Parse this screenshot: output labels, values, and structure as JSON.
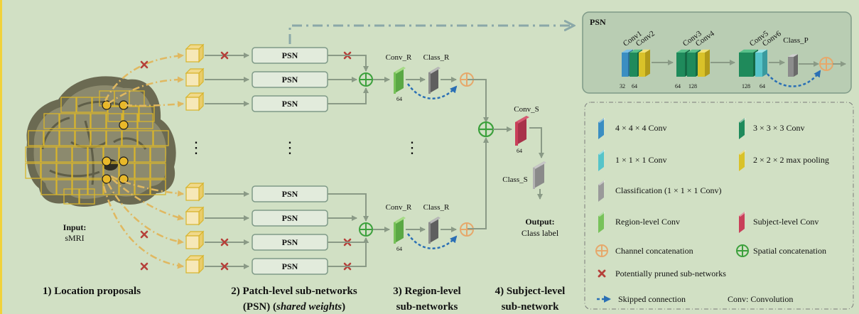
{
  "captions": {
    "location": "1) Location proposals",
    "patch_1": "2) Patch-level sub-networks",
    "patch_2_a": "(PSN) (",
    "patch_2_b": "shared weights",
    "patch_2_c": ")",
    "region_1": "3) Region-level",
    "region_2": "sub-networks",
    "subject_1": "4) Subject-level",
    "subject_2": "sub-network"
  },
  "input": {
    "label": "Input:",
    "sub": "sMRI"
  },
  "psn_label": "PSN",
  "region": {
    "conv": "Conv_R",
    "cls": "Class_R",
    "channels": "64"
  },
  "subject": {
    "conv": "Conv_S",
    "channels": "64",
    "cls": "Class_S"
  },
  "output": {
    "label": "Output:",
    "sub": "Class label"
  },
  "dots": "⋮",
  "psn_panel": {
    "title": "PSN",
    "labels": [
      "Conv1",
      "Conv2",
      "Conv3",
      "Conv4",
      "Conv5",
      "Conv6",
      "Class_P"
    ],
    "channels": [
      "32",
      "64",
      "64",
      "128",
      "128",
      "64"
    ]
  },
  "legend": [
    {
      "label": "4 × 4 × 4 Conv",
      "color": "#3b8ec2"
    },
    {
      "label": "3 × 3 × 3 Conv",
      "color": "#1f8a5b"
    },
    {
      "label": "1 × 1 × 1 Conv",
      "color": "#56c4c9"
    },
    {
      "label": "2 × 2 × 2 max pooling",
      "color": "#d9c229"
    },
    {
      "label": "Classification (1 × 1 × 1 Conv)",
      "color": "#9a9a9a"
    },
    {
      "label": "Region-level Conv",
      "color": "#78c25a"
    },
    {
      "label": "Subject-level Conv",
      "color": "#c9405a"
    },
    {
      "label": "Channel concatenation",
      "color": "#e6a86b"
    },
    {
      "label": "Spatial concatenation",
      "color": "#3ca03c"
    },
    {
      "label": "Potentially pruned sub-networks",
      "color": "#b5403a"
    },
    {
      "label": "Skipped connection",
      "color": "#2a6fb5"
    },
    {
      "label": "Conv: Convolution",
      "color": ""
    }
  ]
}
